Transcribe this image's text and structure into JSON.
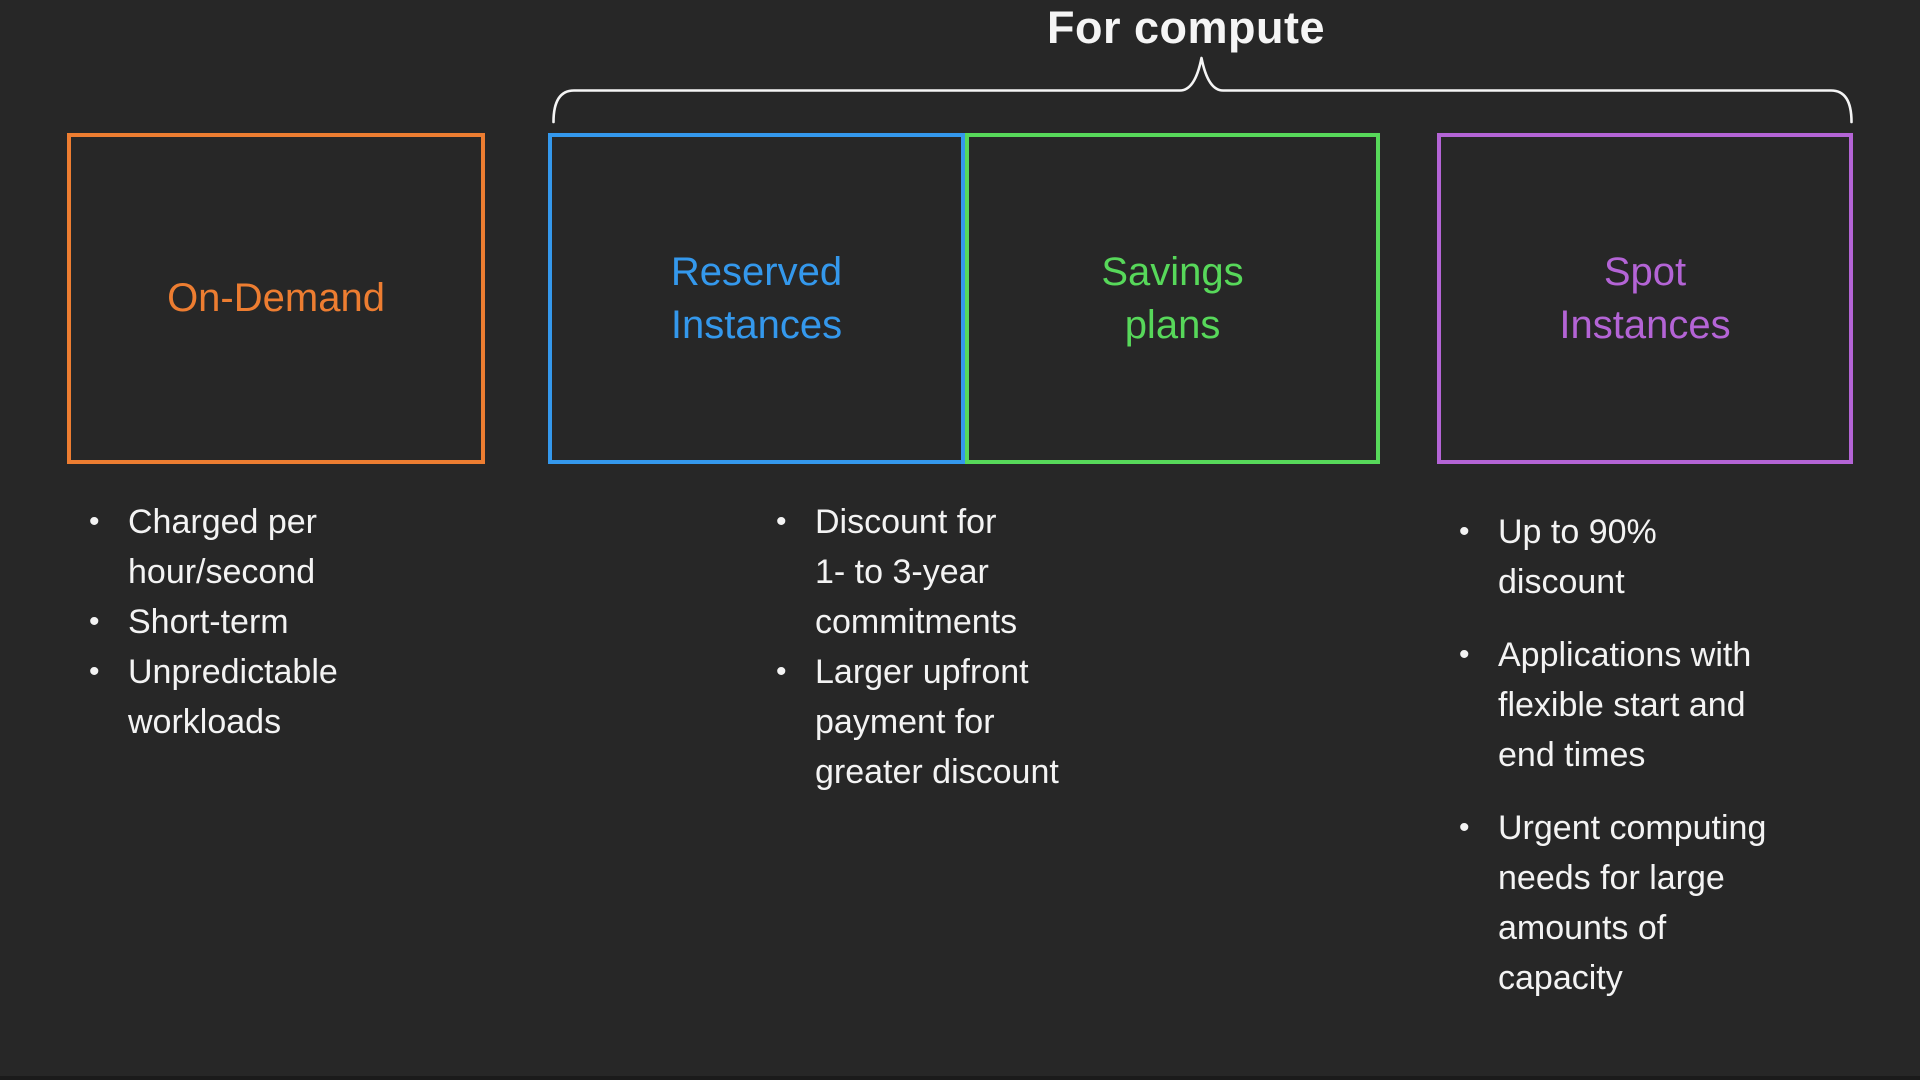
{
  "title": "For compute",
  "colors": {
    "background": "#272727",
    "text_white": "#f3f3f3",
    "on_demand_orange": "#ed7d31",
    "reserved_blue": "#3498ec",
    "savings_green": "#57d85a",
    "spot_purple": "#b464d6"
  },
  "brace": {
    "description": "curly-brace-annotation",
    "color": "#f5f5f5"
  },
  "boxes": [
    {
      "id": "on-demand",
      "label": "On-Demand",
      "color": "#ed7d31"
    },
    {
      "id": "reserved-instances",
      "label": "Reserved\nInstances",
      "color": "#3498ec"
    },
    {
      "id": "savings-plans",
      "label": "Savings\nplans",
      "color": "#57d85a"
    },
    {
      "id": "spot-instances",
      "label": "Spot\nInstances",
      "color": "#b464d6"
    }
  ],
  "bullet_columns": [
    {
      "for": "on-demand",
      "items": [
        "Charged per\nhour/second",
        "Short-term",
        "Unpredictable\nworkloads"
      ]
    },
    {
      "for": "reserved-instances-and-savings-plans",
      "items": [
        "Discount for\n1- to 3-year\ncommitments",
        "Larger upfront\npayment for\ngreater discount"
      ]
    },
    {
      "for": "spot-instances",
      "items": [
        "Up to 90%\ndiscount",
        "Applications with\nflexible start and\nend times",
        "Urgent computing\nneeds for large\namounts of\ncapacity"
      ]
    }
  ],
  "bullet_glyph": "•"
}
